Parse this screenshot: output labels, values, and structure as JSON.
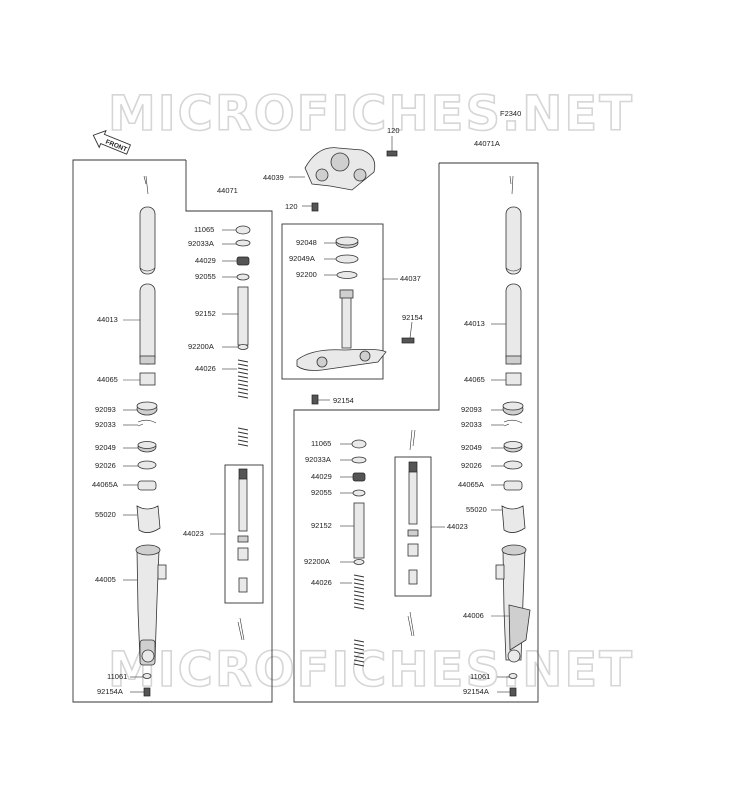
{
  "watermark": "MICROFICHES.NET",
  "diagram_code": "F2340",
  "front_badge": "FRONT",
  "labels": {
    "l44071": "44071",
    "l44071A": "44071A",
    "l120a": "120",
    "l120b": "120",
    "l44039": "44039",
    "l92048": "92048",
    "l92049A": "92049A",
    "l92200": "92200",
    "l44037": "44037",
    "l92154a": "92154",
    "l92154b": "92154",
    "L": {
      "c11065": "11065",
      "c92033A": "92033A",
      "c44029": "44029",
      "c92055": "92055",
      "c92152": "92152",
      "c92200A": "92200A",
      "c44026": "44026",
      "c44023": "44023",
      "c44013": "44013",
      "c44065": "44065",
      "c92093": "92093",
      "c92033": "92033",
      "c92049": "92049",
      "c92026": "92026",
      "c44065A": "44065A",
      "c55020": "55020",
      "c44005": "44005",
      "c11061": "11061",
      "c92154A": "92154A"
    },
    "R": {
      "c11065": "11065",
      "c92033A": "92033A",
      "c44029": "44029",
      "c92055": "92055",
      "c92152": "92152",
      "c92200A": "92200A",
      "c44026": "44026",
      "c44023": "44023",
      "c44013": "44013",
      "c44065": "44065",
      "c92093": "92093",
      "c92033": "92033",
      "c92049": "92049",
      "c92026": "92026",
      "c44065A": "44065A",
      "c55020": "55020",
      "c44006": "44006",
      "c11061": "11061",
      "c92154A": "92154A"
    }
  }
}
